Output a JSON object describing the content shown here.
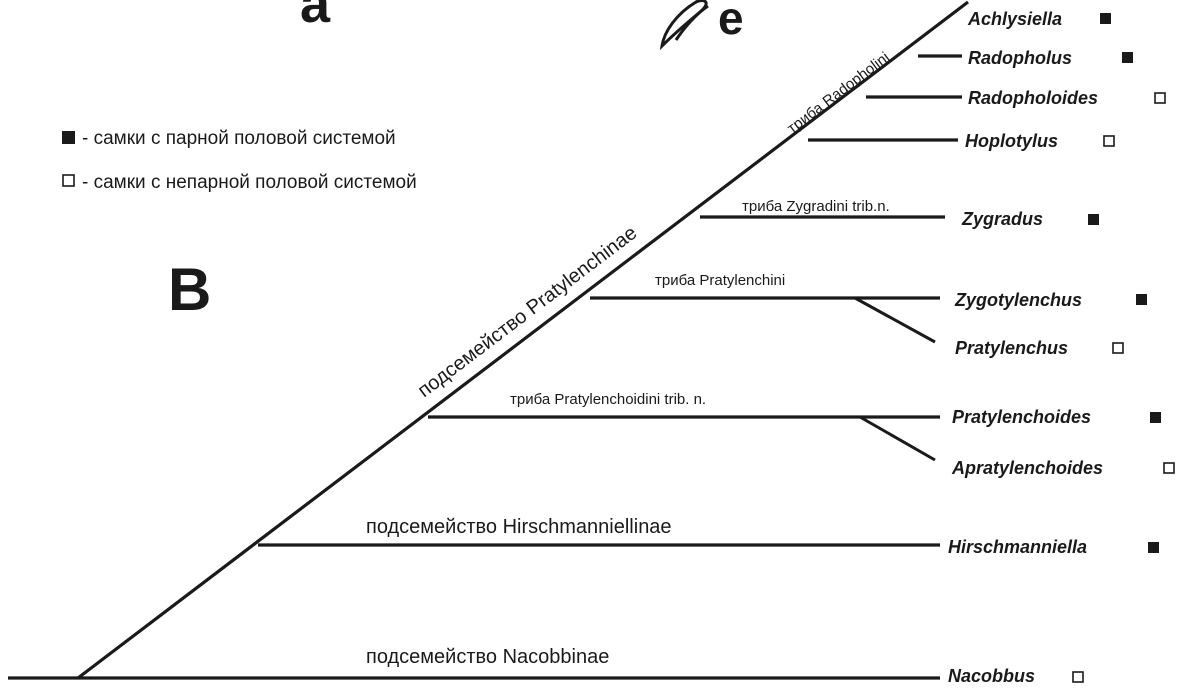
{
  "header": {
    "letter_a": "a",
    "letter_e": "e",
    "letter_b": "B"
  },
  "legend": {
    "paired_text": "- самки с парной половой системой",
    "unpaired_text": "- самки с непарной половой системой"
  },
  "clades": {
    "pratylenchinae": "подсемейство Pratylenchinae",
    "hirschmanniellinae": "подсемейство Hirschmanniellinae",
    "nacobbinae": "подсемейство Nacobbinae",
    "radopholini": "триба Radopholini",
    "zygradini": "триба Zygradini trib.n.",
    "pratylenchini": "триба Pratylenchini",
    "pratylenchoidini": "триба Pratylenchoidini trib. n."
  },
  "genera": [
    {
      "name": "Achlysiella",
      "reproductive_system": "paired"
    },
    {
      "name": "Radopholus",
      "reproductive_system": "paired"
    },
    {
      "name": "Radopholoides",
      "reproductive_system": "unpaired"
    },
    {
      "name": "Hoplotylus",
      "reproductive_system": "unpaired"
    },
    {
      "name": "Zygradus",
      "reproductive_system": "paired"
    },
    {
      "name": "Zygotylenchus",
      "reproductive_system": "paired"
    },
    {
      "name": "Pratylenchus",
      "reproductive_system": "unpaired"
    },
    {
      "name": "Pratylenchoides",
      "reproductive_system": "paired"
    },
    {
      "name": "Apratylenchoides",
      "reproductive_system": "unpaired"
    },
    {
      "name": "Hirschmanniella",
      "reproductive_system": "paired"
    },
    {
      "name": "Nacobbus",
      "reproductive_system": "unpaired"
    }
  ]
}
